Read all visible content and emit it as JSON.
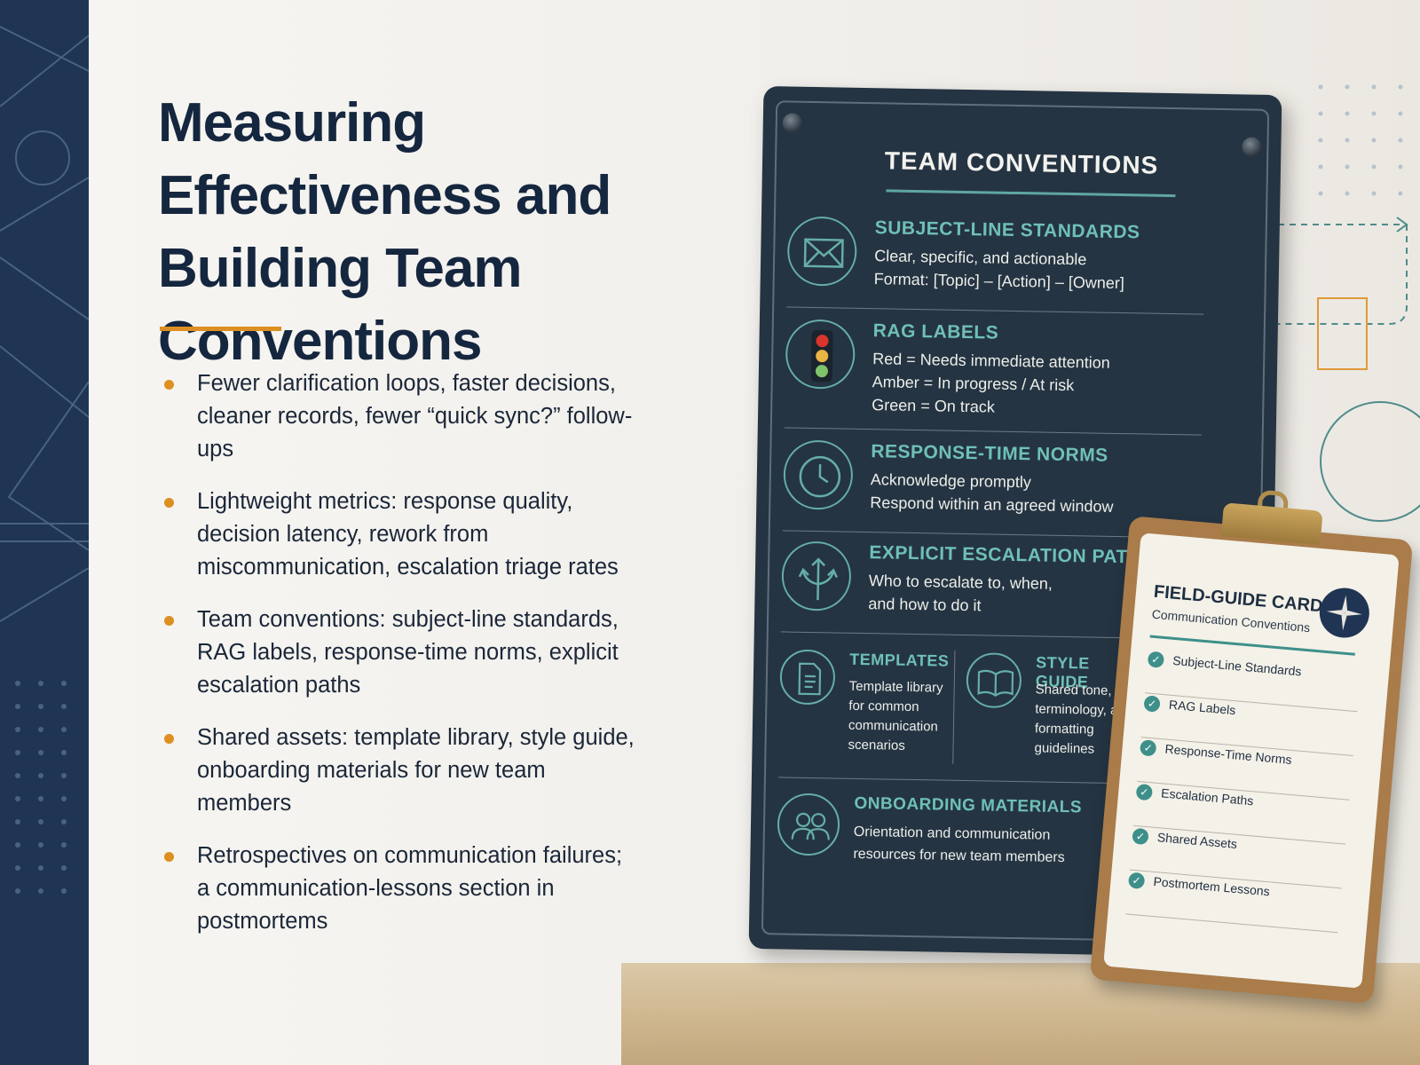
{
  "slide": {
    "title": "Measuring Effectiveness and Building Team Conventions",
    "bullets": [
      "Fewer clarification loops, faster decisions, cleaner records, fewer “quick sync?” follow-ups",
      "Lightweight metrics: response quality, decision latency, rework from miscommunication, escalation triage rates",
      "Team conventions: subject-line standards, RAG labels, response-time norms, explicit escalation paths",
      "Shared assets: template library, style guide, onboarding materials for new team members",
      "Retrospectives on communication failures; a communication-lessons section in postmortems"
    ]
  },
  "board": {
    "title": "TEAM CONVENTIONS",
    "sections": [
      {
        "heading": "SUBJECT-LINE STANDARDS",
        "lines": [
          "Clear, specific, and actionable",
          "Format:  [Topic] – [Action] – [Owner]"
        ],
        "icon": "envelope-icon"
      },
      {
        "heading": "RAG LABELS",
        "lines": [
          "Red = Needs immediate attention",
          "Amber = In progress / At risk",
          "Green = On track"
        ],
        "icon": "traffic-light-icon"
      },
      {
        "heading": "RESPONSE-TIME NORMS",
        "lines": [
          "Acknowledge promptly",
          "Respond within an agreed window"
        ],
        "icon": "clock-icon"
      },
      {
        "heading": "EXPLICIT ESCALATION PATHS",
        "lines": [
          "Who to escalate to, when,",
          "and how to do it"
        ],
        "icon": "split-arrows-icon"
      }
    ],
    "templates": {
      "heading": "TEMPLATES",
      "lines": [
        "Template library",
        "for common",
        "communication",
        "scenarios"
      ]
    },
    "style_guide": {
      "heading": "STYLE GUIDE",
      "lines": [
        "Shared tone,",
        "terminology, and",
        "formatting",
        "guidelines"
      ]
    },
    "onboarding": {
      "heading": "ONBOARDING MATERIALS",
      "lines": [
        "Orientation and communication",
        "resources for new team members"
      ]
    }
  },
  "card": {
    "title": "FIELD-GUIDE CARD",
    "subtitle": "Communication Conventions",
    "items": [
      "Subject-Line Standards",
      "RAG Labels",
      "Response-Time Norms",
      "Escalation Paths",
      "Shared Assets",
      "Postmortem Lessons"
    ]
  },
  "colors": {
    "navy": "#1f3553",
    "accent": "#dd8f21",
    "teal": "#6fc0b7",
    "board": "#253442"
  }
}
